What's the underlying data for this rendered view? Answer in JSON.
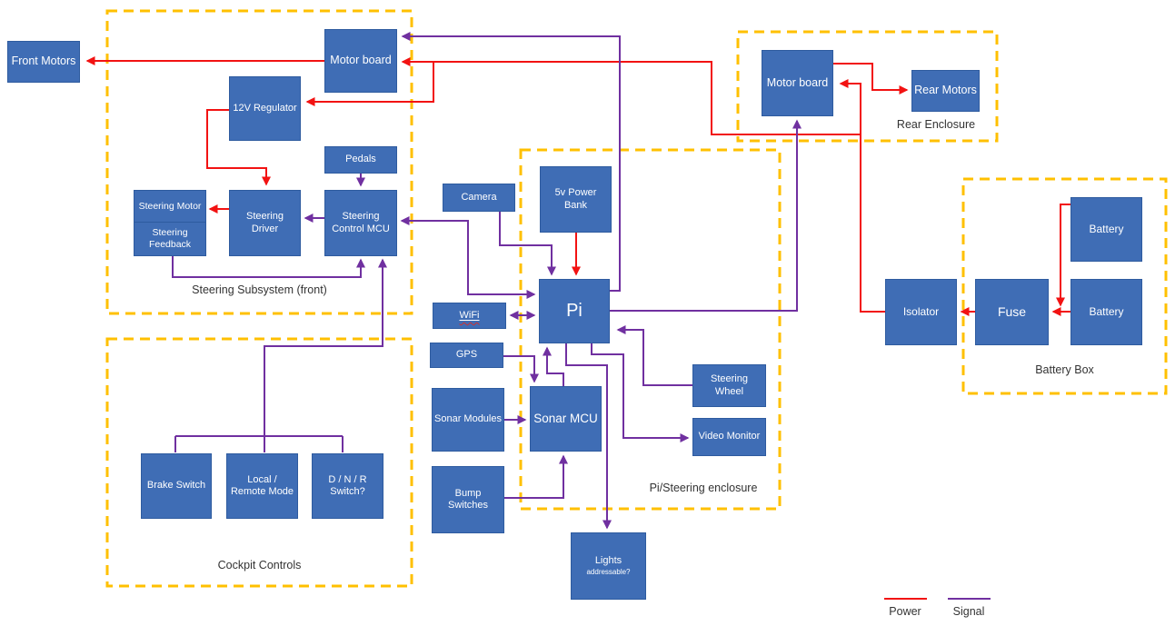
{
  "legend": {
    "items": [
      {
        "key": "power",
        "label": "Power",
        "color": "#f21212"
      },
      {
        "key": "signal",
        "label": "Signal",
        "color": "#7030a0"
      }
    ]
  },
  "colors": {
    "node_fill": "#3f6db5",
    "node_border": "#2e5b9f",
    "node_text": "#ffffff",
    "enclosure_border": "#ffc000",
    "power_line": "#f21212",
    "signal_line": "#7030a0",
    "label_text": "#333333"
  },
  "enclosures": {
    "steering_front": {
      "label": "Steering Subsystem (front)"
    },
    "cockpit": {
      "label": "Cockpit Controls"
    },
    "pi_steering": {
      "label": "Pi/Steering enclosure"
    },
    "rear": {
      "label": "Rear Enclosure"
    },
    "battery_box": {
      "label": "Battery Box"
    }
  },
  "nodes": {
    "front_motors": {
      "label": "Front Motors"
    },
    "motor_board_front": {
      "label": "Motor board"
    },
    "regulator_12v": {
      "label": "12V Regulator"
    },
    "pedals": {
      "label": "Pedals"
    },
    "steering_motor": {
      "label": "Steering Motor"
    },
    "steering_feedback": {
      "label": "Steering Feedback"
    },
    "steering_driver": {
      "label": "Steering Driver"
    },
    "steering_control_mcu": {
      "label": "Steering Control MCU"
    },
    "brake_switch": {
      "label": "Brake Switch"
    },
    "local_remote_mode": {
      "label": "Local / Remote Mode"
    },
    "dnr_switch": {
      "label": "D / N / R Switch?"
    },
    "camera": {
      "label": "Camera"
    },
    "power_bank_5v": {
      "label": "5v Power Bank"
    },
    "wifi": {
      "label": "WiFi"
    },
    "gps": {
      "label": "GPS"
    },
    "pi": {
      "label": "Pi"
    },
    "sonar_modules": {
      "label": "Sonar Modules"
    },
    "sonar_mcu": {
      "label": "Sonar MCU"
    },
    "bump_switches": {
      "label": "Bump Switches"
    },
    "steering_wheel": {
      "label": "Steering Wheel"
    },
    "video_monitor": {
      "label": "Video Monitor"
    },
    "lights": {
      "label": "Lights",
      "sublabel": "addressable?"
    },
    "motor_board_rear": {
      "label": "Motor board"
    },
    "rear_motors": {
      "label": "Rear Motors"
    },
    "isolator": {
      "label": "Isolator"
    },
    "fuse": {
      "label": "Fuse"
    },
    "battery_1": {
      "label": "Battery"
    },
    "battery_2": {
      "label": "Battery"
    }
  }
}
